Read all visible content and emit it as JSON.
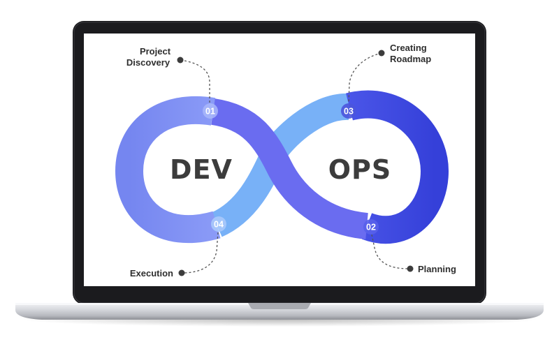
{
  "diagram": {
    "left_word": "DEV",
    "right_word": "OPS",
    "steps": [
      {
        "number": "01",
        "label_lines": [
          "Project",
          "Discovery"
        ]
      },
      {
        "number": "02",
        "label_lines": [
          "Planning"
        ]
      },
      {
        "number": "03",
        "label_lines": [
          "Creating",
          "Roadmap"
        ]
      },
      {
        "number": "04",
        "label_lines": [
          "Execution"
        ]
      }
    ],
    "colors": {
      "dev_loop": "#7f8ff5",
      "ops_loop": "#3d48e0",
      "cross_front": "#6a6cf0",
      "cross_back": "#78b1f7",
      "text_dark": "#3c3c3c",
      "laptop_frame": "#1b1b1e",
      "laptop_base": "#c7c9ce"
    }
  }
}
